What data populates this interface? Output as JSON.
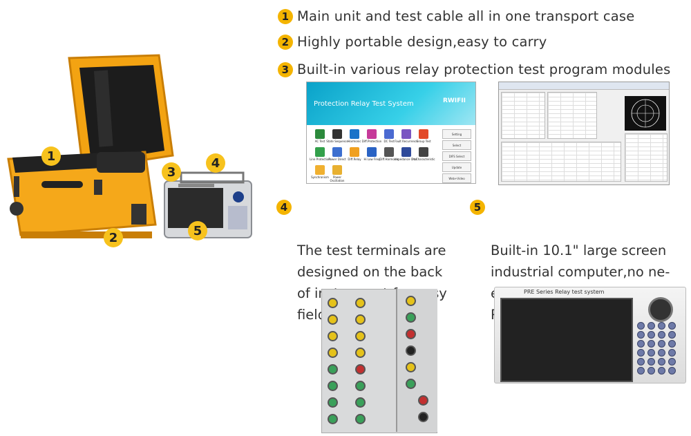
{
  "features": [
    {
      "num": "1",
      "text": "Main unit and test cable all in one transport case"
    },
    {
      "num": "2",
      "text": "Highly portable design,easy to carry"
    },
    {
      "num": "3",
      "text": "Built-in various relay protection test program modules"
    }
  ],
  "feature4": {
    "num": "4",
    "text": "The test terminals are\ndesigned on the back\nof instrument for easy\n field use"
  },
  "feature5": {
    "num": "5",
    "text": "Built-in 10.1\" large screen\nindustrial computer,no ne-\nedto connect to an extemal\nPc"
  },
  "callouts": [
    "1",
    "2",
    "3",
    "4",
    "5"
  ],
  "software": {
    "title": "Protection Relay Test System",
    "brand": "RWIFII",
    "modules": [
      "AC Test",
      "State Sequence",
      "Harmonic",
      "Diff.Protection",
      "DC Test",
      "Fault Recurrence",
      "Group Test",
      "Line Protection",
      "Power Direct",
      "Diff.Relay",
      "Hi Low Freq",
      "Diff.Harmonic",
      "Impedance Char.",
      "I-t Characteristic",
      "Synchronism",
      "Power Oscillation"
    ],
    "side_buttons": [
      "Setting",
      "Select",
      "DIFS Select",
      "Update",
      "Web+Video"
    ]
  },
  "unit_screen": {
    "title": "PRE Series Relay test system"
  },
  "colors": {
    "badge": "#f4b400",
    "case": "#f3a312",
    "banner": "#15aacd"
  }
}
